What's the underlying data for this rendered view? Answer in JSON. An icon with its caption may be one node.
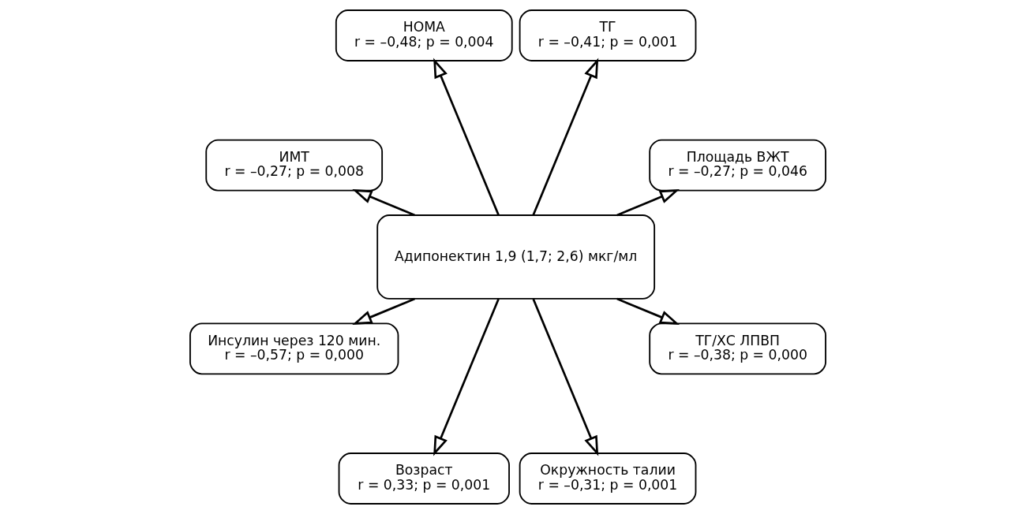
{
  "diagram": {
    "nodes": [
      {
        "text": [
          "Площадь ВЖТ",
          "r = –0,27; p = 0,046"
        ]
      },
      {
        "text": [
          "ТГ",
          "r = –0,41; p = 0,001"
        ]
      },
      {
        "text": [
          "HOMA",
          "r = –0,48; p = 0,004"
        ]
      },
      {
        "text": [
          "ИМТ",
          "r = –0,27; p = 0,008"
        ]
      },
      {
        "text": [
          "Адипонектин 1,9 (1,7; 2,6) мкг/мл"
        ]
      },
      {
        "text": [
          "Инсулин через 120 мин.",
          "r = –0,57; p = 0,000"
        ]
      },
      {
        "text": [
          "Возраст",
          "r = 0,33; p = 0,001"
        ]
      },
      {
        "text": [
          "Окружность талии",
          "r = –0,31; p = 0,001"
        ]
      },
      {
        "text": [
          "ТГ/ХС ЛПВП",
          "r = –0,38; p = 0,000"
        ]
      }
    ],
    "edges": [
      {
        "from": 4,
        "to": 0,
        "arrow": "to"
      },
      {
        "from": 4,
        "to": 1,
        "arrow": "to"
      },
      {
        "from": 4,
        "to": 2,
        "arrow": "to"
      },
      {
        "from": 4,
        "to": 3,
        "arrow": "to"
      },
      {
        "from": 4,
        "to": 5,
        "arrow": "to"
      },
      {
        "from": 4,
        "to": 6,
        "arrow": "to"
      },
      {
        "from": 4,
        "to": 7,
        "arrow": "to"
      },
      {
        "from": 4,
        "to": 8,
        "arrow": "to"
      }
    ]
  }
}
